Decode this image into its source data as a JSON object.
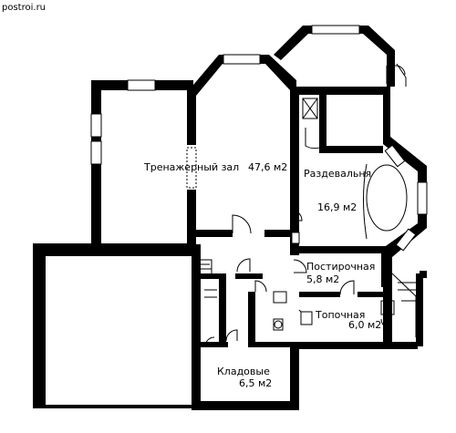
{
  "watermark": "postroi.ru",
  "rooms": {
    "gym": {
      "name": "Тренажерный зал",
      "area": "47,6 м2"
    },
    "dressing": {
      "name": "Раздевальня",
      "area": "16,9 м2"
    },
    "laundry": {
      "name": "Постирочная",
      "area": "5,8 м2"
    },
    "boiler": {
      "name": "Топочная",
      "area": "6,0 м2"
    },
    "storage": {
      "name": "Кладовые",
      "area": "6,5 м2"
    }
  }
}
